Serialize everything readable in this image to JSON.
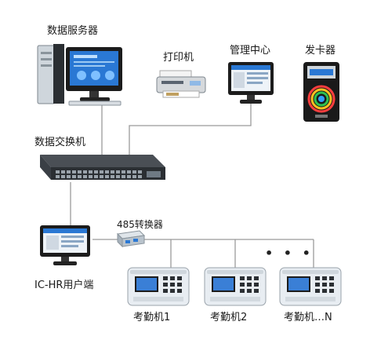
{
  "labels": {
    "data_server": "数据服务器",
    "printer": "打印机",
    "management_center": "管理中心",
    "card_issuer": "发卡器",
    "data_switch": "数据交换机",
    "converter_485": "485转换器",
    "client": "IC-HR用户端",
    "terminal_1": "考勤机1",
    "terminal_2": "考勤机2",
    "terminal_n": "考勤机…N",
    "ellipsis": "• • •"
  },
  "colors": {
    "wire": "#9a9a9a",
    "screen_blue": "#2a78d4",
    "monitor_black": "#1c1c1c",
    "terminal_body": "#e8edf2",
    "terminal_screen": "#3a7fd6"
  }
}
